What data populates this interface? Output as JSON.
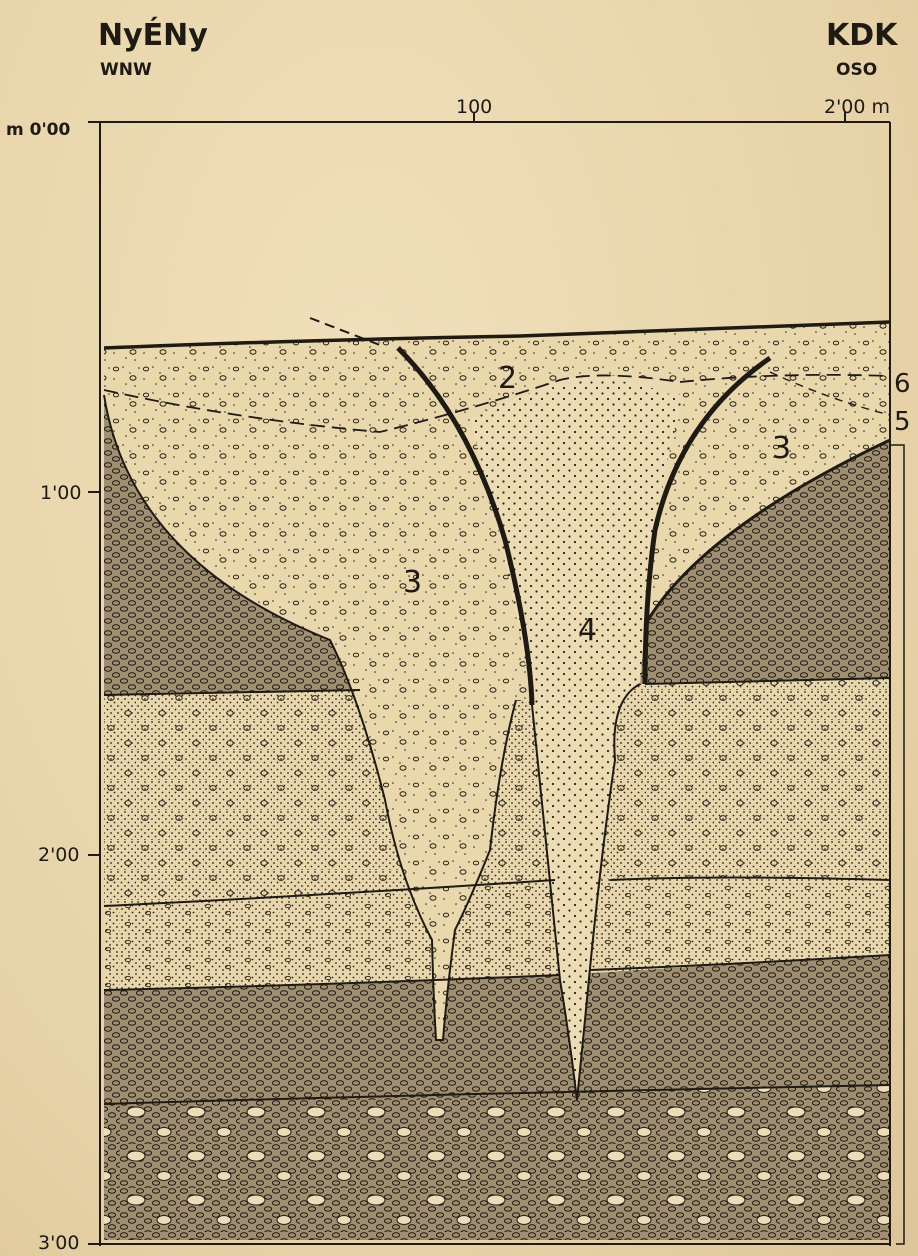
{
  "header": {
    "left_dir_main": "NyÉNy",
    "left_dir_sub": "WNW",
    "right_dir_main": "KDK",
    "right_dir_sub": "OSO"
  },
  "axes": {
    "top_ticks": [
      "100",
      "2'00 m"
    ],
    "left_ticks": [
      "m 0'00",
      "1'00",
      "2'00",
      "3'00"
    ]
  },
  "layer_labels": {
    "unit_2": "2",
    "unit_3_left": "3",
    "unit_3_right": "3",
    "unit_4": "4",
    "unit_5": "5",
    "unit_6": "6"
  },
  "colors": {
    "ink": "#1e1a14",
    "paper": "#ead8b0",
    "gravel_fill": "#9c8a6c",
    "sand_fill": "#e3d0a5"
  }
}
